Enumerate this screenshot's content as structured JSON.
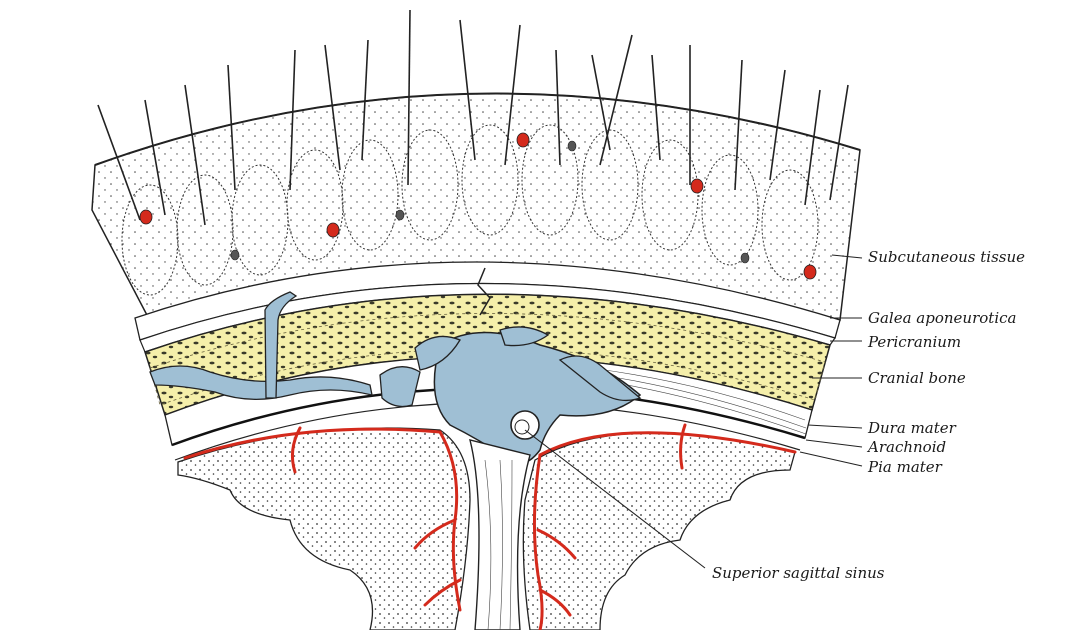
{
  "labels": {
    "subcutaneous": "Subcutaneous tissue",
    "galea": "Galea aponeurotica",
    "pericranium": "Pericranium",
    "cranial_bone": "Cranial bone",
    "dura": "Dura mater",
    "arachnoid": "Arachnoid",
    "pia": "Pia mater",
    "sinus": "Superior sagittal sinus"
  },
  "colors": {
    "bone": "#f5efaa",
    "sinus": "#9fbfd4",
    "vessel": "#d42a1c",
    "ink": "#1a1a1a",
    "background": "#ffffff"
  }
}
